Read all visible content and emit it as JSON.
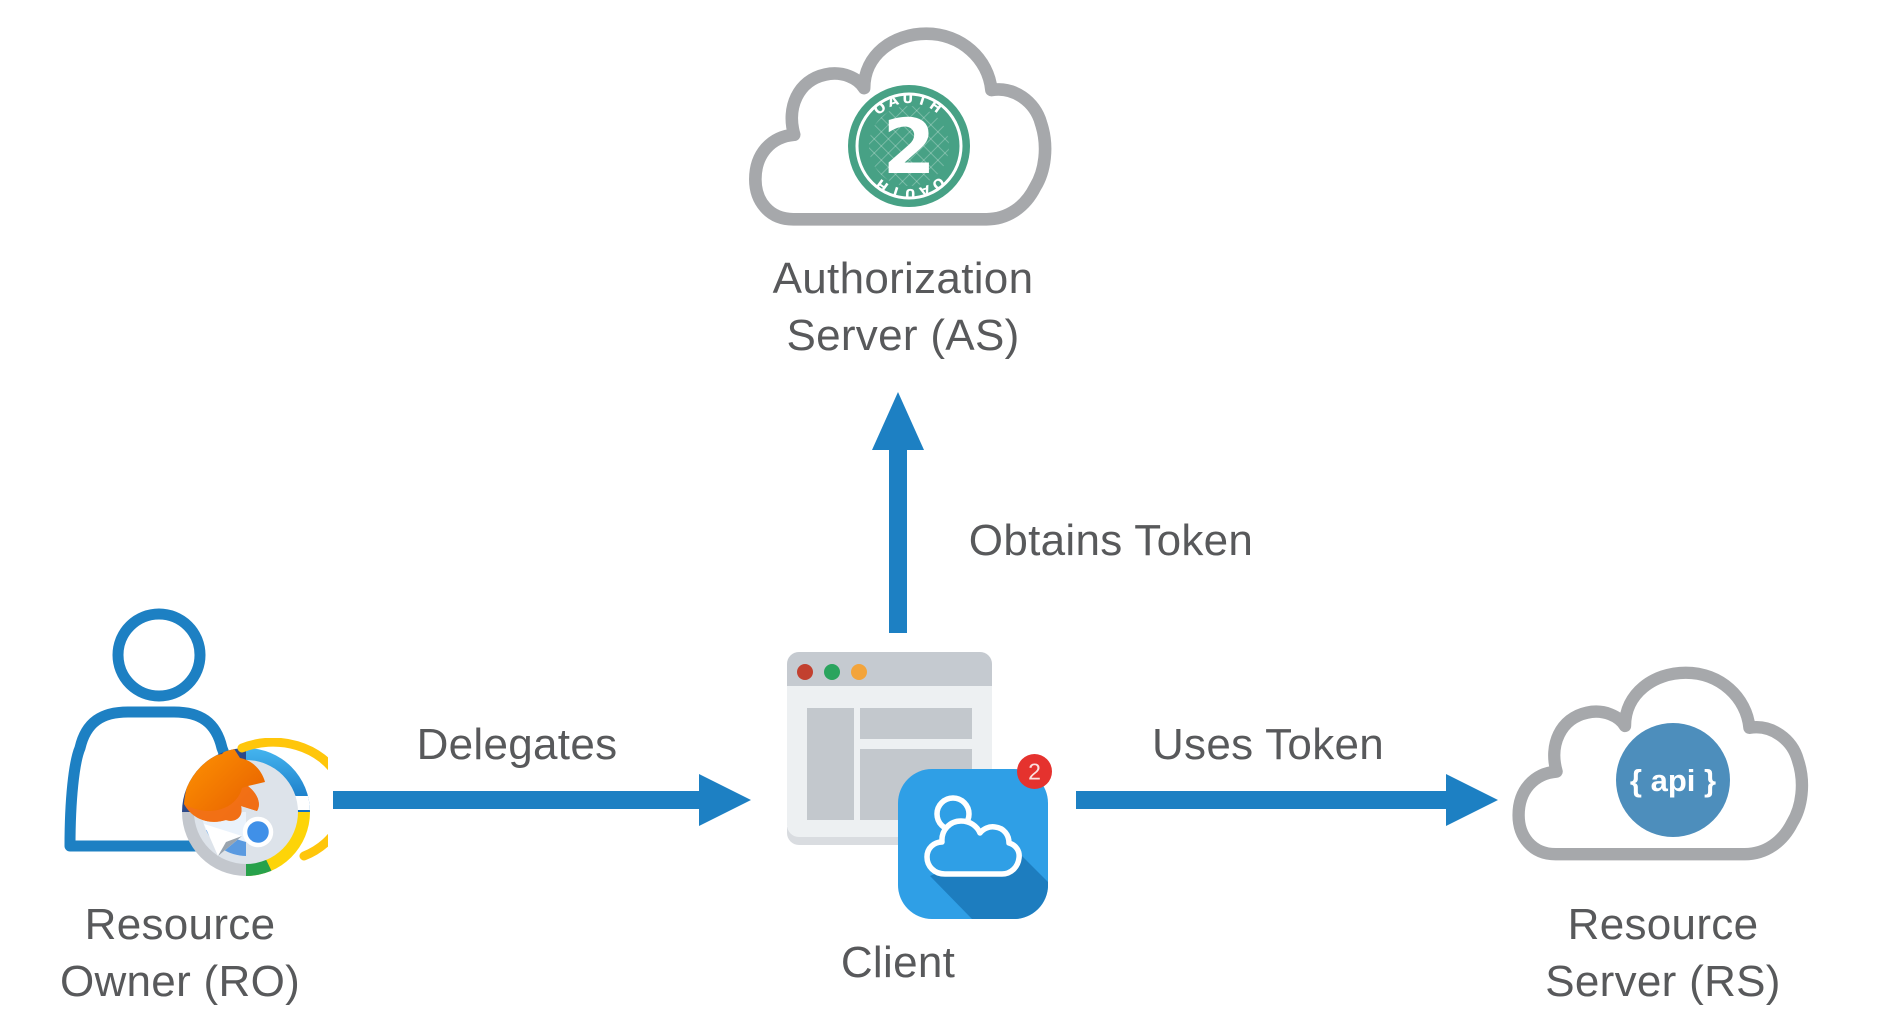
{
  "labels": {
    "authorization_server": [
      "Authorization",
      "Server (AS)"
    ],
    "resource_owner": [
      "Resource",
      "Owner (RO)"
    ],
    "resource_server": [
      "Resource",
      "Server (RS)"
    ],
    "client": "Client",
    "delegates": "Delegates",
    "obtains_token": "Obtains Token",
    "uses_token": "Uses Token"
  },
  "badges": {
    "oauth_number": "2",
    "oauth_text_top": "OAUTH",
    "oauth_text_bottom": "OAUTH",
    "client_notification_count": "2",
    "api_text": "{ api }"
  },
  "colors": {
    "arrow_blue": "#1d80c3",
    "text_gray": "#58595b",
    "cloud_stroke": "#a6a8ab",
    "oauth_green": "#47a185",
    "api_blue": "#4d8ebc",
    "app_icon_blue": "#2f9fe6",
    "app_icon_shadow_blue": "#1d7dbf",
    "badge_red": "#e5322e"
  }
}
